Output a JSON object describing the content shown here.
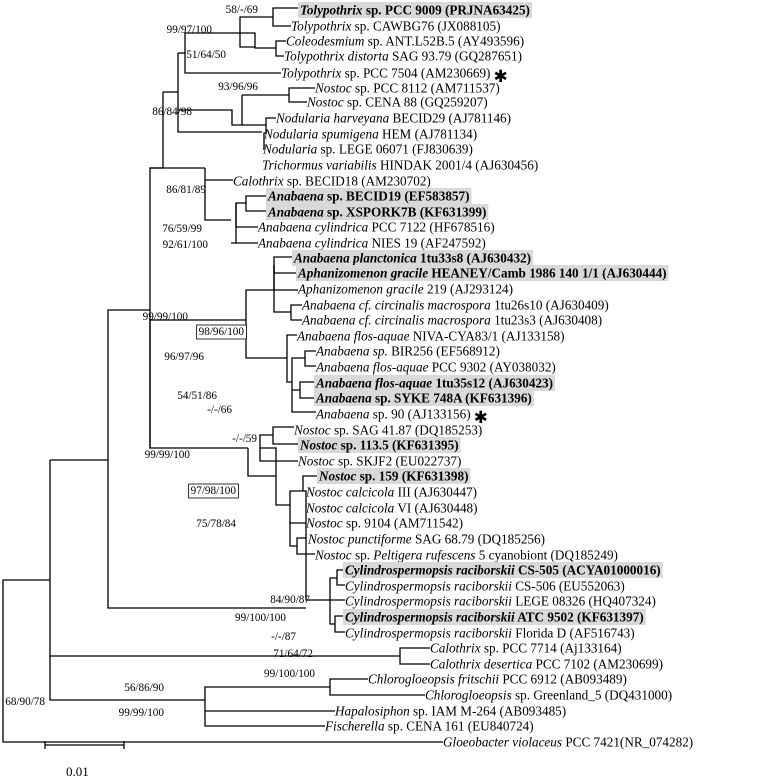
{
  "scale_bar": {
    "label": "0.01"
  },
  "taxa": [
    {
      "species": "Tolypothrix",
      "rest": " sp. PCC 9009 (PRJNA63425)",
      "highlight": true
    },
    {
      "species": "Tolypothrix",
      "rest": " sp. CAWBG76 (JX088105)"
    },
    {
      "species": "Coleodesmium",
      "rest": " sp. ANT.L52B.5 (AY493596)"
    },
    {
      "species": "Tolypothrix distorta",
      "rest": " SAG 93.79 (GQ287651)"
    },
    {
      "species": "Tolypothrix",
      "rest": " sp. PCC 7504 (AM230669)",
      "star": true
    },
    {
      "species": "Nostoc",
      "rest": " sp. PCC 8112 (AM711537)"
    },
    {
      "species": "Nostoc",
      "rest": " sp. CENA 88 (GQ259207)"
    },
    {
      "species": "Nodularia harveyana",
      "rest": " BECID29 (AJ781146)"
    },
    {
      "species": "Nodularia spumigena",
      "rest": " HEM (AJ781134)"
    },
    {
      "species": "Nodularia",
      "rest": " sp. LEGE 06071 (FJ830639)"
    },
    {
      "species": "Trichormus variabilis",
      "rest": " HINDAK 2001/4 (AJ630456)"
    },
    {
      "species": "Calothrix",
      "rest": " sp. BECID18 (AM230702)"
    },
    {
      "species": "Anabaena",
      "rest": " sp. BECID19 (EF583857)",
      "highlight": true
    },
    {
      "species": "Anabaena",
      "rest": " sp. XSPORK7B (KF631399)",
      "highlight": true
    },
    {
      "species": "Anabaena cylindrica",
      "rest": " PCC 7122 (HF678516)"
    },
    {
      "species": "Anabaena cylindrica",
      "rest": " NIES 19 (AF247592)"
    },
    {
      "species": "Anabaena planctonica",
      "rest": " 1tu33s8 (AJ630432)",
      "highlight": true
    },
    {
      "species": "Aphanizomenon gracile",
      "rest": " HEANEY/Camb 1986 140 1/1 (AJ630444)",
      "highlight": true
    },
    {
      "species": "Aphanizomenon gracile",
      "rest": " 219 (AJ293124)"
    },
    {
      "species": "Anabaena cf. circinalis macrospora",
      "rest": " 1tu26s10 (AJ630409)"
    },
    {
      "species": "Anabaena cf. circinalis macrospora",
      "rest": " 1tu23s3 (AJ630408)"
    },
    {
      "species": "Anabaena flos-aquae",
      "rest": " NIVA-CYA83/1 (AJ133158)"
    },
    {
      "species": "Anabaena sp.",
      "rest": " BIR256 (EF568912)"
    },
    {
      "species": "Anabaena flos-aquae",
      "rest": " PCC 9302 (AY038032)"
    },
    {
      "species": "Anabaena flos-aquae",
      "rest": " 1tu35s12 (AJ630423)",
      "highlight": true
    },
    {
      "species": "Anabaena",
      "rest": " sp. SYKE 748A (KF631396)",
      "highlight": true
    },
    {
      "species": "Anabaena",
      "rest": " sp. 90 (AJ133156)",
      "star": true
    },
    {
      "species": "Nostoc",
      "rest": " sp. SAG 41.87 (DQ185253)"
    },
    {
      "species": "Nostoc",
      "rest": " sp. 113.5 (KF631395)",
      "highlight": true
    },
    {
      "species": "Nostoc",
      "rest": " sp. SKJF2 (EU022737)"
    },
    {
      "species": "Nostoc",
      "rest": " sp. 159 (KF631398)",
      "highlight": true
    },
    {
      "species": "Nostoc calcicola",
      "rest": " III (AJ630447)"
    },
    {
      "species": "Nostoc calcicola",
      "rest": " VI (AJ630448)"
    },
    {
      "species": "Nostoc",
      "rest": " sp. 9104 (AM711542)"
    },
    {
      "species": "Nostoc punctiforme",
      "rest": " SAG 68.79 (DQ185256)"
    },
    {
      "species": "Nostoc",
      "rest": " sp. ",
      "species2": "Peltigera rufescens",
      "rest2": " 5 cyanobiont (DQ185249)"
    },
    {
      "species": "Cylindrospermopsis raciborskii",
      "rest": " CS-505 (ACYA01000016)",
      "highlight": true
    },
    {
      "species": "Cylindrospermopsis raciborskii",
      "rest": " CS-506 (EU552063)"
    },
    {
      "species": "Cylindrospermopsis raciborskii",
      "rest": " LEGE 08326 (HQ407324)"
    },
    {
      "species": "Cylindrospermopsis raciborskii",
      "rest": " ATC 9502 (KF631397)",
      "highlight": true
    },
    {
      "species": "Cylindrospermopsis raciborskii",
      "rest": " Florida D (AF516743)"
    },
    {
      "species": "Calothrix",
      "rest": " sp. PCC 7714 (Aj133164)"
    },
    {
      "species": "Calothrix desertica",
      "rest": " PCC 7102 (AM230699)"
    },
    {
      "species": "Chlorogloeopsis fritschii",
      "rest": " PCC 6912 (AB093489)"
    },
    {
      "species": "Chlorogloeopsis",
      "rest": " sp. Greenland_5 (DQ431000)"
    },
    {
      "species": "Hapalosiphon",
      "rest": " sp. IAM M-264 (AB093485)"
    },
    {
      "species": "Fischerella",
      "rest": " sp. CENA 161 (EU840724)"
    },
    {
      "species": "Gloeobacter violaceus",
      "rest": " PCC 7421(NR_074282)"
    }
  ],
  "bootstrap": [
    {
      "text": "58/-/69"
    },
    {
      "text": "99/97/100"
    },
    {
      "text": "51/64/50"
    },
    {
      "text": "93/96/96"
    },
    {
      "text": "86/84/98"
    },
    {
      "text": "86/81/89"
    },
    {
      "text": "76/59/99"
    },
    {
      "text": "92/61/100"
    },
    {
      "text": "99/99/100"
    },
    {
      "text": "98/96/100",
      "boxed": true
    },
    {
      "text": "96/97/96"
    },
    {
      "text": "54/51/86"
    },
    {
      "text": "-/-/66"
    },
    {
      "text": "99/99/100"
    },
    {
      "text": "-/-/59"
    },
    {
      "text": "97/98/100",
      "boxed": true
    },
    {
      "text": "75/78/84"
    },
    {
      "text": "84/90/87"
    },
    {
      "text": "99/100/100"
    },
    {
      "text": "-/-/87"
    },
    {
      "text": "71/64/72"
    },
    {
      "text": "99/100/100"
    },
    {
      "text": "56/86/90"
    },
    {
      "text": "68/90/78"
    },
    {
      "text": "99/99/100"
    }
  ]
}
